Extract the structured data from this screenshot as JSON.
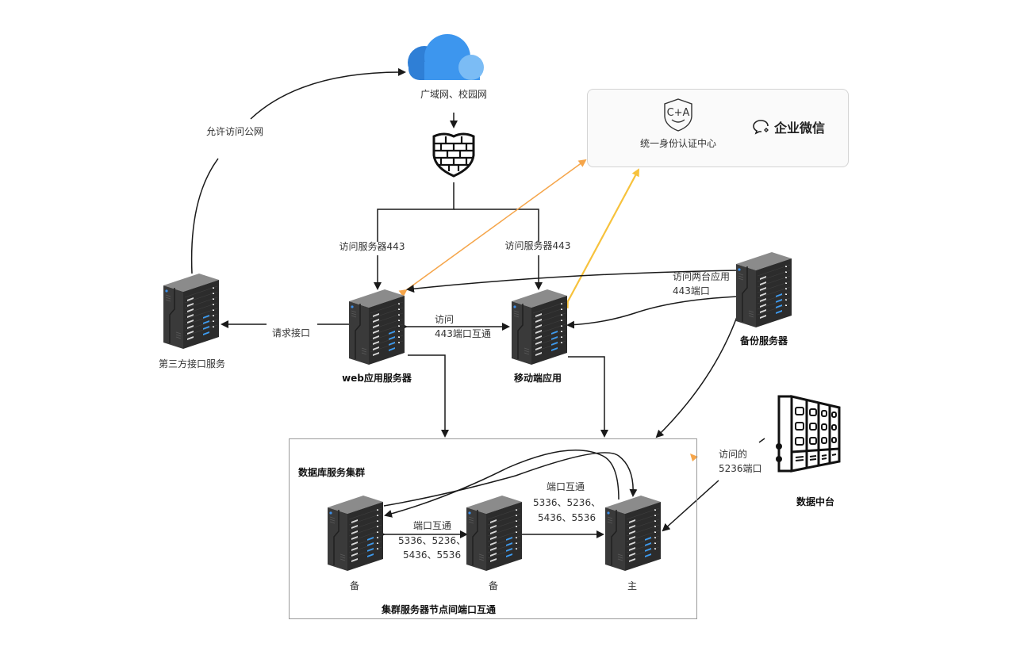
{
  "nodes": {
    "internet": {
      "label": "广域网、校园网",
      "icon": "cloud-icon"
    },
    "firewall": {
      "icon": "firewall-shield-icon"
    },
    "auth_center": {
      "badge": "C+A",
      "label": "统一身份认证中心",
      "icon": "shield-ca-icon"
    },
    "wechat_work": {
      "label": "企业微信",
      "icon": "wechat-work-icon"
    },
    "third_party": {
      "label": "第三方接口服务",
      "icon": "server-icon"
    },
    "web_server": {
      "label": "web应用服务器",
      "icon": "server-icon"
    },
    "mobile_app": {
      "label": "移动端应用",
      "icon": "server-icon"
    },
    "backup_server": {
      "label": "备份服务器",
      "icon": "server-icon"
    },
    "data_platform": {
      "label": "数据中台",
      "icon": "data-rack-icon"
    },
    "db_cluster": {
      "title": "数据库服务集群",
      "footer": "集群服务器节点间端口互通",
      "members": [
        {
          "label": "备",
          "icon": "server-icon"
        },
        {
          "label": "备",
          "icon": "server-icon"
        },
        {
          "label": "主",
          "icon": "server-icon"
        }
      ]
    }
  },
  "edges": {
    "allow_public": "允许访问公网",
    "request_api": "请求接口",
    "web_443": "访问服务器443",
    "mobile_443": "访问服务器443",
    "web_mobile_l1": "访问",
    "web_mobile_l2": "443端口互通",
    "backup_l1": "访问两台应用",
    "backup_l2": "443端口",
    "dataplat_l1": "访问的",
    "dataplat_l2": "5236端口",
    "db_left_title": "端口互通",
    "db_left_l1": "5336、5236、",
    "db_left_l2": "5436、5536",
    "db_right_title": "端口互通",
    "db_right_l1": "5336、5236、",
    "db_right_l2": "5436、5536"
  },
  "colors": {
    "line": "#1a1a1a",
    "auth_link_orange": "#f5a54a",
    "auth_link_yellow": "#f7c23c",
    "cloud_dark": "#2f7fd6",
    "cloud_mid": "#3d96ee",
    "cloud_light": "#7bbcf5"
  }
}
